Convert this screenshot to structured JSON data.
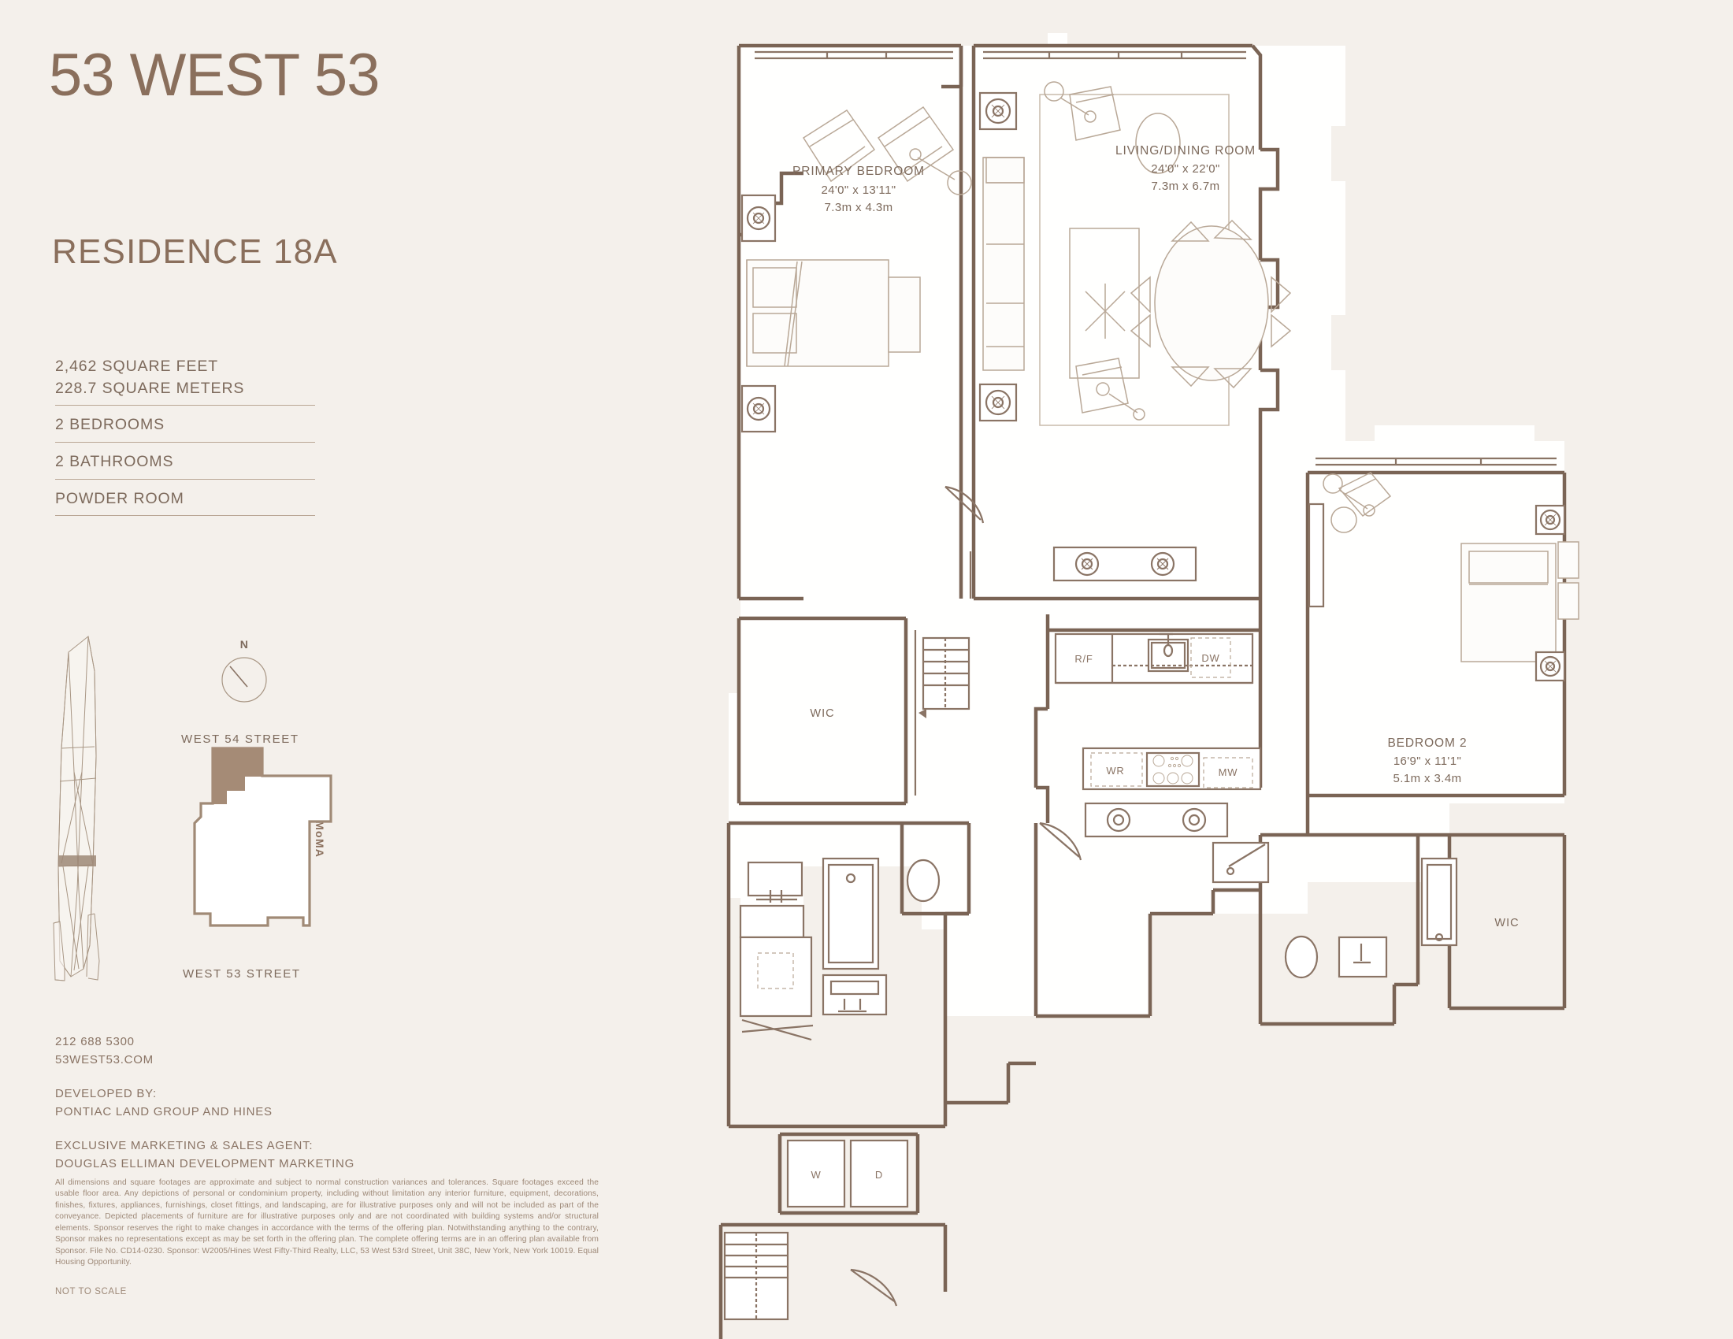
{
  "brand": {
    "line1": "53",
    "line2": "WEST",
    "line3": "53",
    "full": "53 WEST 53"
  },
  "residence": {
    "title": "RESIDENCE 18A"
  },
  "specs": [
    {
      "lines": [
        "2,462 SQUARE FEET",
        "228.7 SQUARE METERS"
      ]
    },
    {
      "lines": [
        "2 BEDROOMS"
      ]
    },
    {
      "lines": [
        "2 BATHROOMS"
      ]
    },
    {
      "lines": [
        "POWDER ROOM"
      ]
    }
  ],
  "compass": {
    "north_label": "N"
  },
  "siteplan": {
    "street_north": "WEST 54 STREET",
    "street_south": "WEST 53 STREET",
    "neighbor": "MoMA"
  },
  "contact": {
    "phone": "212 688 5300",
    "website": "53WEST53.COM",
    "developed_by_label": "DEVELOPED BY:",
    "developed_by_value": "PONTIAC LAND GROUP AND HINES",
    "agent_label": "EXCLUSIVE MARKETING & SALES AGENT:",
    "agent_value": "DOUGLAS ELLIMAN DEVELOPMENT MARKETING"
  },
  "disclaimer": {
    "text": "All dimensions and square footages are approximate and subject to normal construction variances and tolerances. Square footages exceed the usable floor area. Any depictions of personal or condominium property, including without limitation any interior furniture, equipment, decorations, finishes, fixtures, appliances, furnishings, closet fittings, and landscaping, are for illustrative purposes only and will not be included as part of the conveyance. Depicted placements of furniture are for illustrative purposes only and are not coordinated with building systems and/or structural elements. Sponsor reserves the right to make changes in accordance with the terms of the offering plan. Notwithstanding anything to the contrary, Sponsor makes no representations except as may be set forth in the offering plan. The complete offering terms are in an offering plan available from Sponsor. File No. CD14-0230. Sponsor: W2005/Hines West Fifty-Third Realty, LLC, 53 West 53rd Street, Unit 38C, New York, New York 10019. Equal Housing Opportunity.",
    "not_to_scale": "NOT TO SCALE"
  },
  "floorplan": {
    "rooms": [
      {
        "id": "primary-bedroom",
        "name": "PRIMARY BEDROOM",
        "dim_ft": "24'0\" x 13'11\"",
        "dim_m": "7.3m x 4.3m"
      },
      {
        "id": "living-dining-room",
        "name": "LIVING/DINING ROOM",
        "dim_ft": "24'0\" x 22'0\"",
        "dim_m": "7.3m x 6.7m"
      },
      {
        "id": "bedroom-2",
        "name": "BEDROOM 2",
        "dim_ft": "16'9\" x 11'1\"",
        "dim_m": "5.1m x 3.4m"
      }
    ],
    "closets": [
      {
        "id": "wic-primary",
        "name": "WIC"
      },
      {
        "id": "wic-bedroom2",
        "name": "WIC"
      }
    ],
    "appliances": [
      {
        "id": "refrigerator",
        "name": "R/F"
      },
      {
        "id": "dishwasher",
        "name": "DW"
      },
      {
        "id": "wine-refrigerator",
        "name": "WR"
      },
      {
        "id": "microwave",
        "name": "MW"
      },
      {
        "id": "washer",
        "name": "W"
      },
      {
        "id": "dryer",
        "name": "D"
      }
    ]
  },
  "colors": {
    "background": "#f4f0eb",
    "brand": "#8a6f5c",
    "text": "#7d6a5c",
    "muted": "#9d8877",
    "wall": "#7a6455",
    "furniture": "#b9a897",
    "siteplan_highlight": "#a58b76"
  }
}
